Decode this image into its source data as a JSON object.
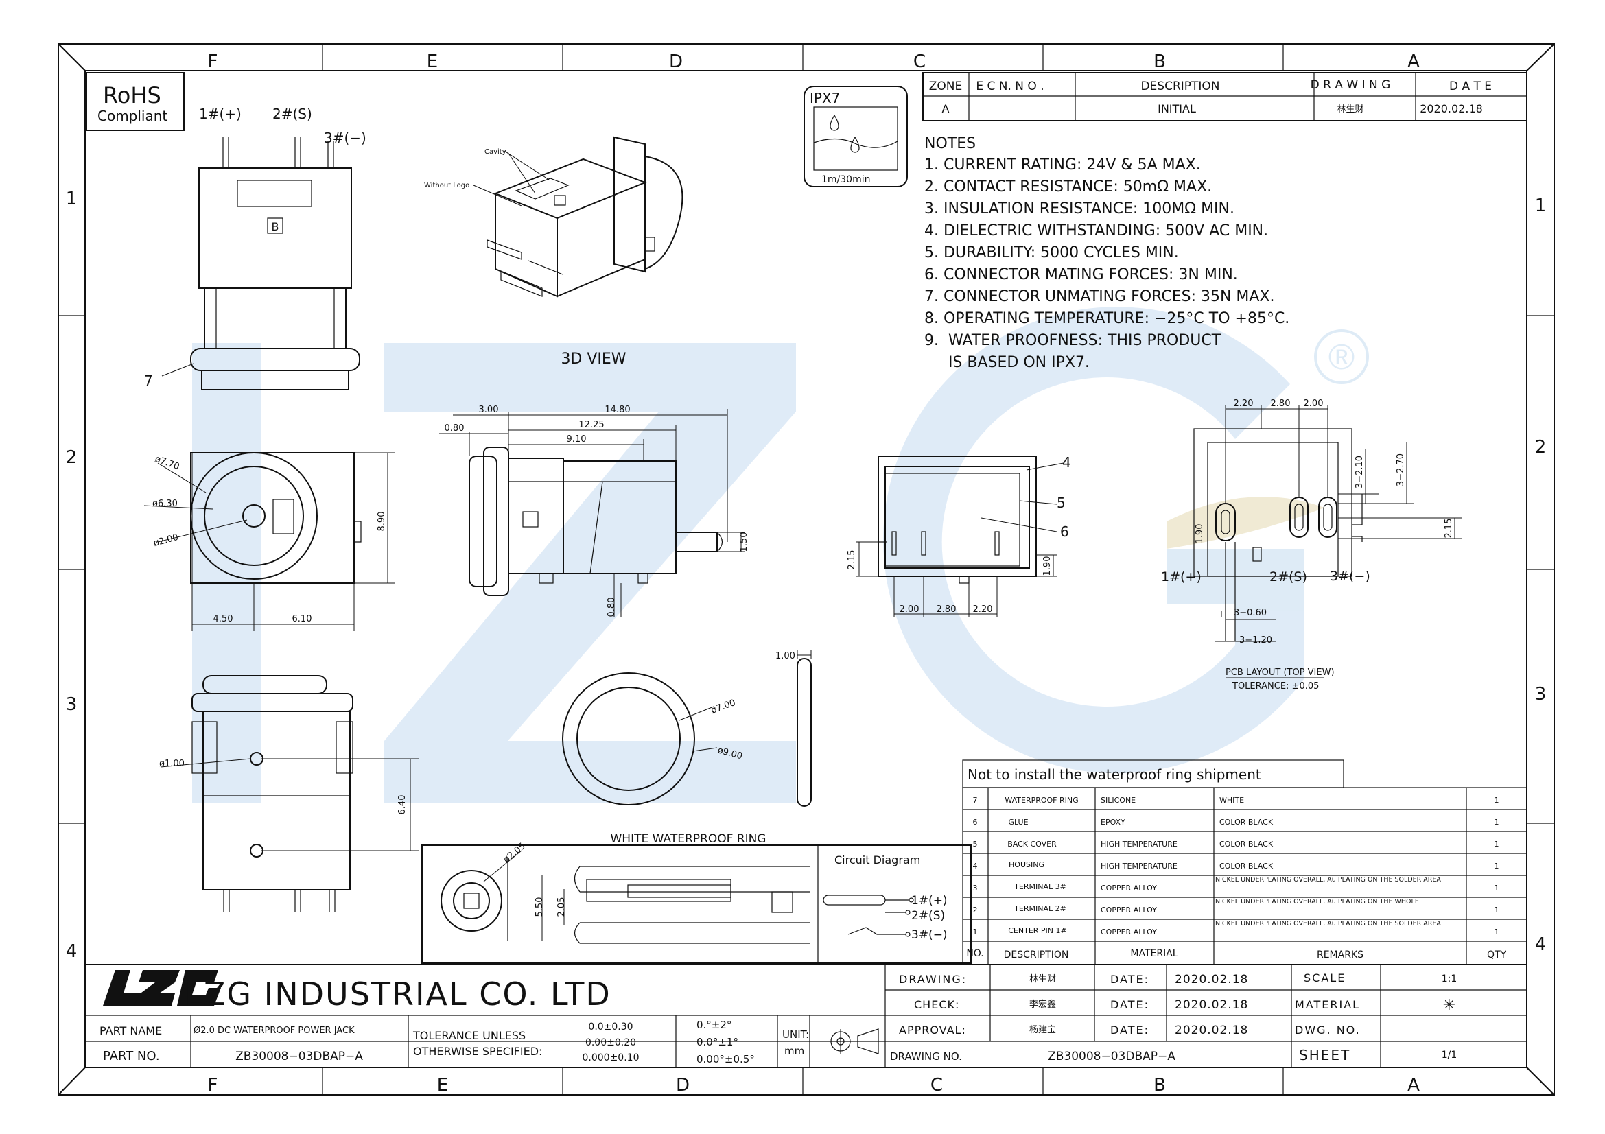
{
  "zone_cols_top": [
    "F",
    "E",
    "D",
    "C",
    "B",
    "A"
  ],
  "zone_cols_bottom": [
    "F",
    "E",
    "D",
    "C",
    "B",
    "A"
  ],
  "zone_rows_left": [
    "1",
    "2",
    "3",
    "4"
  ],
  "zone_rows_right": [
    "1",
    "2",
    "3",
    "4"
  ],
  "rohs": {
    "line1": "RoHS",
    "line2": "Compliant"
  },
  "ipx": {
    "label": "IPX7",
    "depth": "1m/30min"
  },
  "revision": {
    "headers": [
      "ZONE",
      "E C N. N O .",
      "DESCRIPTION",
      "D R A W I N G",
      "D A T E"
    ],
    "row": [
      "A",
      "",
      "INITIAL",
      "林生财",
      "2020.02.18"
    ]
  },
  "notes": {
    "title": "NOTES",
    "items": [
      "1.  CURRENT RATING:  24V & 5A MAX.",
      "2.  CONTACT RESISTANCE:  50mΩ  MAX.",
      "3.  INSULATION RESISTANCE:  100MΩ  MIN.",
      "4.  DIELECTRIC WITHSTANDING:  500V AC MIN.",
      "5.  DURABILITY:  5000 CYCLES MIN.",
      "6.  CONNECTOR MATING FORCES:  3N MIN.",
      "7.  CONNECTOR UNMATING FORCES:  35N MAX.",
      "8.  OPERATING TEMPERATURE:  −25°C TO +85°C.",
      "9.  WATER PROOFNESS: THIS PRODUCT",
      "     IS BASED ON IPX7."
    ]
  },
  "watermark": {
    "registered": "®"
  },
  "pins": {
    "p1": "1#(+)",
    "p2": "2#(S)",
    "p3": "3#(−)"
  },
  "labels": {
    "view3d": "3D VIEW",
    "cavity": "Cavity",
    "without_logo": "Without Logo",
    "ring_title": "WHITE WATERPROOF RING",
    "circuit": "Circuit Diagram",
    "pcb": "PCB LAYOUT (TOP VIEW)",
    "tolerance": "TOLERANCE: ±0.05",
    "callout7": "7",
    "callout4": "4",
    "callout5": "5",
    "callout6": "6",
    "logo_b": "B"
  },
  "dims": {
    "d770": "ø7.70",
    "d630": "ø6.30",
    "d200": "ø2.00",
    "d890": "8.90",
    "d450": "4.50",
    "d610": "6.10",
    "d100": "ø1.00",
    "d640": "6.40",
    "d300": "3.00",
    "d1480": "14.80",
    "d080": "0.80",
    "d1225": "12.25",
    "d910": "9.10",
    "d150": "1.50",
    "d080b": "0.80",
    "d215": "2.15",
    "d190": "1.90",
    "d200b": "2.00",
    "d280": "2.80",
    "d220": "2.20",
    "p220": "2.20",
    "p280": "2.80",
    "p200": "2.00",
    "p3210": "3−2.10",
    "p3270": "3−2.70",
    "p190": "1.90",
    "p215": "2.15",
    "p3060": "3−0.60",
    "p3120": "3−1.20",
    "r100": "1.00",
    "r700": "ø7.00",
    "r900": "ø9.00",
    "c205": "ø2.05",
    "c550": "5.50",
    "c205b": "2.05"
  },
  "bom": {
    "note": "Not to install the waterproof ring shipment",
    "rows": [
      {
        "no": "7",
        "desc": "WATERPROOF RING",
        "mat": "SILICONE",
        "rem": "WHITE",
        "qty": "1"
      },
      {
        "no": "6",
        "desc": "GLUE",
        "mat": "EPOXY",
        "rem": "COLOR BLACK",
        "qty": "1"
      },
      {
        "no": "5",
        "desc": "BACK COVER",
        "mat": "HIGH TEMPERATURE",
        "rem": "COLOR BLACK",
        "qty": "1"
      },
      {
        "no": "4",
        "desc": "HOUSING",
        "mat": "HIGH TEMPERATURE",
        "rem": "COLOR BLACK",
        "qty": "1"
      },
      {
        "no": "3",
        "desc": "TERMINAL 3#",
        "mat": "COPPER ALLOY",
        "rem": "NICKEL UNDERPLATING OVERALL, Au PLATING ON THE SOLDER AREA",
        "qty": "1"
      },
      {
        "no": "2",
        "desc": "TERMINAL 2#",
        "mat": "COPPER ALLOY",
        "rem": "NICKEL UNDERPLATING OVERALL, Au PLATING ON THE WHOLE",
        "qty": "1"
      },
      {
        "no": "1",
        "desc": "CENTER PIN 1#",
        "mat": "COPPER ALLOY",
        "rem": "NICKEL UNDERPLATING OVERALL, Au PLATING ON THE SOLDER AREA",
        "qty": "1"
      }
    ],
    "header": {
      "no": "NO.",
      "desc": "DESCRIPTION",
      "mat": "MATERIAL",
      "rem": "REMARKS",
      "qty": "QTY"
    }
  },
  "title_block": {
    "logo": "LZG",
    "company": "LZG  INDUSTRIAL  CO.  LTD",
    "part_name_label": "PART NAME",
    "part_name": "Ø2.0 DC WATERPROOF POWER JACK",
    "part_no_label": "PART NO.",
    "part_no": "ZB30008−03DBAP−A",
    "tol_label1": "TOLERANCE UNLESS",
    "tol_label2": "OTHERWISE SPECIFIED:",
    "tol1": "0.0±0.30",
    "tol2": "0.00±0.20",
    "tol3": "0.000±0.10",
    "ang1": "0.°±2°",
    "ang2": "0.0°±1°",
    "ang3": "0.00°±0.5°",
    "unit_label": "UNIT:",
    "unit": "mm",
    "drawing_label": "DRAWING:",
    "drawing_by": "林生财",
    "check_label": "CHECK:",
    "check_by": "李宏鑫",
    "approval_label": "APPROVAL:",
    "approval_by": "杨建宝",
    "drawing_no_label": "DRAWING NO.",
    "drawing_no": "ZB30008−03DBAP−A",
    "date_label": "DATE:",
    "date1": "2020.02.18",
    "date2": "2020.02.18",
    "date3": "2020.02.18",
    "scale_label": "SCALE",
    "scale": "1:1",
    "material_label": "MATERIAL",
    "material": "✳",
    "dwg_no_label": "DWG. NO.",
    "sheet_label": "SHEET",
    "sheet": "1/1"
  },
  "colors": {
    "watermark": "#dbe9f6",
    "watermark_accent": "#efe8d0",
    "line": "#111111"
  }
}
